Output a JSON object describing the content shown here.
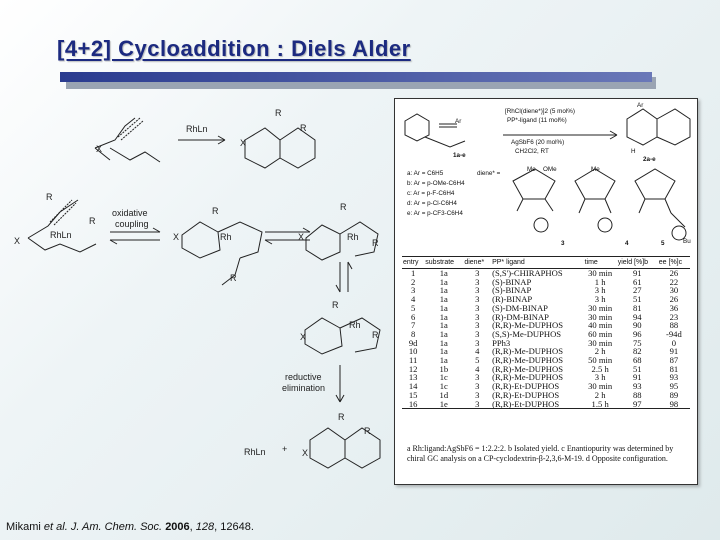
{
  "slide": {
    "title": "[4+2] Cycloaddition : Diels Alder",
    "citation": {
      "authors": "Mikami",
      "etal": "et al.",
      "journal": "J. Am. Chem. Soc.",
      "year": "2006",
      "volume": "128",
      "pages": ", 12648."
    }
  },
  "mechanism": {
    "labels": {
      "r1_top": "R",
      "r2_top": "R",
      "rhln_top": "RhLn",
      "x_top_left": "X",
      "x_top_right": "X",
      "x_mid_left": "X",
      "rhln_mid_left": "RhLn",
      "r2_mid_left": "R",
      "r_mid_left": "R",
      "oxidative_1": "oxidative",
      "oxidative_2": "coupling",
      "x_mid_center": "X",
      "r1_mid_center": "R",
      "rh_mid_center": "Rh",
      "r2_mid_center": "R",
      "x_mid_right": "X",
      "r1_mid_right": "R",
      "rh_mid_right": "Rh",
      "r2_mid_right": "R",
      "x_lower": "X",
      "r1_lower": "R",
      "rh_lower": "Rh",
      "r2_lower": "R",
      "reductive_1": "reductive",
      "reductive_2": "elimination",
      "rhln_bottom": "RhLn",
      "plus": "+",
      "x_bottom": "X",
      "r1_bottom": "R",
      "r2_bottom": "R"
    }
  },
  "reaction": {
    "catalyst_line1": "[RhCl(diene*)]2 (5 mol%)",
    "catalyst_line2": "PP*-ligand (11 mol%)",
    "catalyst_line3": "AgSbF6 (20 mol%)",
    "catalyst_line4": "CH2Cl2, RT",
    "substrate_label": "1a-e",
    "product_label": "2a-e",
    "ar_label": "Ar",
    "h_label": "H",
    "substituents": [
      "a: Ar = C6H5",
      "b: Ar = p-OMe-C6H4",
      "c: Ar = p-F-C6H4",
      "d: Ar = p-Cl-C6H4",
      "e: Ar = p-CF3-C6H4"
    ],
    "diene_label": "diene* =",
    "dienes": [
      "3",
      "4",
      "5"
    ],
    "diene_groups": [
      "Me",
      "OMe",
      "Me",
      "Bu"
    ]
  },
  "table": {
    "headers": [
      "entry",
      "substrate",
      "diene*",
      "PP* ligand",
      "time",
      "yield [%]b",
      "ee [%]c"
    ],
    "rows": [
      [
        "1",
        "1a",
        "3",
        "(S,S')-CHIRAPHOS",
        "30 min",
        "91",
        "26"
      ],
      [
        "2",
        "1a",
        "3",
        "(S)-BINAP",
        "1 h",
        "61",
        "22"
      ],
      [
        "3",
        "1a",
        "3",
        "(S)-BINAP",
        "3 h",
        "27",
        "30"
      ],
      [
        "4",
        "1a",
        "3",
        "(R)-BINAP",
        "3 h",
        "51",
        "26"
      ],
      [
        "5",
        "1a",
        "3",
        "(S)-DM-BINAP",
        "30 min",
        "81",
        "36"
      ],
      [
        "6",
        "1a",
        "3",
        "(R)-DM-BINAP",
        "30 min",
        "94",
        "23"
      ],
      [
        "7",
        "1a",
        "3",
        "(R,R)-Me-DUPHOS",
        "40 min",
        "90",
        "88"
      ],
      [
        "8",
        "1a",
        "3",
        "(S,S)-Me-DUPHOS",
        "60 min",
        "96",
        "-94d"
      ],
      [
        "9d",
        "1a",
        "3",
        "PPh3",
        "30 min",
        "75",
        "0"
      ],
      [
        "10",
        "1a",
        "4",
        "(R,R)-Me-DUPHOS",
        "2 h",
        "82",
        "91"
      ],
      [
        "11",
        "1a",
        "5",
        "(R,R)-Me-DUPHOS",
        "50 min",
        "68",
        "87"
      ],
      [
        "12",
        "1b",
        "4",
        "(R,R)-Me-DUPHOS",
        "2.5 h",
        "51",
        "81"
      ],
      [
        "13",
        "1c",
        "3",
        "(R,R)-Me-DUPHOS",
        "3 h",
        "91",
        "93"
      ],
      [
        "14",
        "1c",
        "3",
        "(R,R)-Et-DUPHOS",
        "30 min",
        "93",
        "95"
      ],
      [
        "15",
        "1d",
        "3",
        "(R,R)-Et-DUPHOS",
        "2 h",
        "88",
        "89"
      ],
      [
        "16",
        "1e",
        "3",
        "(R,R)-Et-DUPHOS",
        "1.5 h",
        "97",
        "98"
      ]
    ],
    "footnote": "a Rh:ligand:AgSbF6 = 1:2.2:2. b Isolated yield. c Enantiopurity was determined by chiral GC analysis on a CP-cyclodextrin-β-2,3,6-M-19. d Opposite configuration."
  }
}
